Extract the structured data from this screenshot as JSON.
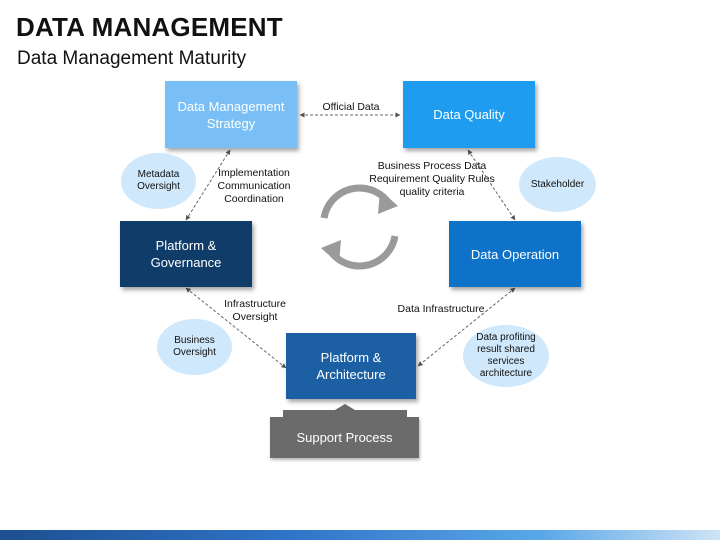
{
  "header": {
    "title": "DATA MANAGEMENT",
    "subtitle": "Data Management Maturity"
  },
  "nodes": {
    "strategy": {
      "label": "Data Management\nStrategy",
      "color": "#79bff5"
    },
    "quality": {
      "label": "Data Quality",
      "color": "#1e9cf0"
    },
    "governance": {
      "label": "Platform &\nGovernance",
      "color": "#0f3c68"
    },
    "operation": {
      "label": "Data Operation",
      "color": "#0f72c9"
    },
    "architecture": {
      "label": "Platform &\nArchitecture",
      "color": "#1d5fa3"
    }
  },
  "ellipses": {
    "metadata": "Metadata\nOversight",
    "stakeholder": "Stakeholder",
    "business": "Business\nOversight",
    "profiling": "Data profiting\nresult shared\nservices\narchitecture"
  },
  "connector_labels": {
    "official_data": "Official Data",
    "implementation": "Implementation\nCommunication\nCoordination",
    "business_process": "Business Process Data\nRequirement Quality Rules\nquality criteria",
    "infrastructure_oversight": "Infrastructure\nOversight",
    "data_infrastructure": "Data Infrastructure"
  },
  "support": {
    "label": "Support Process",
    "color": "#6b6b6b"
  },
  "icons": {
    "cycle": "cycle-arrows-icon"
  }
}
